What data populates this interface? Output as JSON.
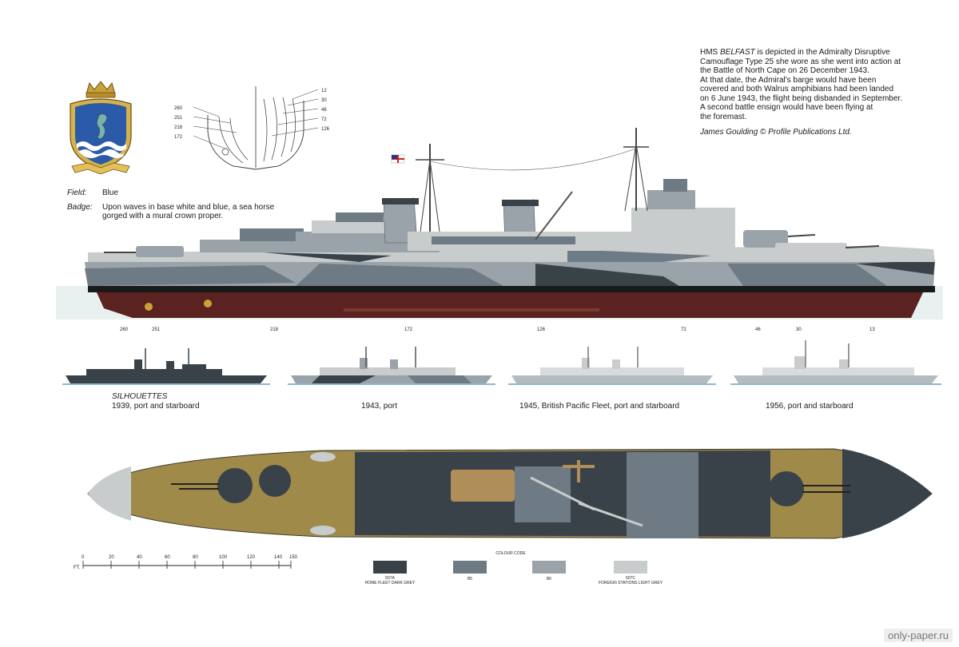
{
  "caption": {
    "line1_pre": "HMS ",
    "ship_name": "BELFAST",
    "line1_post": " is depicted in the Admiralty Disruptive",
    "lines": [
      "Camouflage Type 25 she wore as she went into action at",
      "the Battle of North Cape on 26 December 1943.",
      "At that date, the Admiral's barge would have been",
      "covered and both Walrus amphibians had been landed",
      "on 6 June 1943, the flight being disbanded in September.",
      "A second battle ensign would have been flying at",
      "the foremast."
    ],
    "credit": "James Goulding © Profile Publications Ltd."
  },
  "badge": {
    "field_key": "Field:",
    "field_value": "Blue",
    "badge_key": "Badge:",
    "badge_value_1": "Upon waves in base white and blue, a sea horse",
    "badge_value_2": "gorged with a mural crown proper."
  },
  "section_numbers": {
    "left": [
      "260",
      "251",
      "218",
      "172"
    ],
    "right": [
      "12",
      "30",
      "46",
      "72",
      "126"
    ]
  },
  "frame_numbers": [
    "260",
    "251",
    "218",
    "172",
    "126",
    "72",
    "46",
    "30",
    "13"
  ],
  "silhouettes": {
    "heading": "SILHOUETTES",
    "items": [
      {
        "label": "1939, port and starboard"
      },
      {
        "label": "1943, port"
      },
      {
        "label": "1945, British Pacific Fleet, port and starboard"
      },
      {
        "label": "1956, port and starboard"
      }
    ]
  },
  "scale": {
    "unit": "FT.",
    "ticks": [
      "0",
      "20",
      "40",
      "60",
      "80",
      "100",
      "120",
      "140",
      "150"
    ]
  },
  "colour_code": {
    "title": "COLOUR CODE",
    "swatches": [
      {
        "code": "507A",
        "name": "HOME FLEET DARK GREY",
        "color": "#3a4249"
      },
      {
        "code": "B5",
        "name": "",
        "color": "#6f7b84"
      },
      {
        "code": "B6",
        "name": "",
        "color": "#9aa3aa"
      },
      {
        "code": "507C",
        "name": "FOREIGN STATIONS LIGHT GREY",
        "color": "#c9cccc"
      }
    ]
  },
  "watermark": "only-paper.ru",
  "colors": {
    "hull_red": "#5a2220",
    "dark_grey": "#3a4249",
    "mid_grey": "#6f7b84",
    "light_grey": "#9aa3aa",
    "deck_tan": "#a08a4a",
    "boot_top": "#1a1a1a"
  }
}
